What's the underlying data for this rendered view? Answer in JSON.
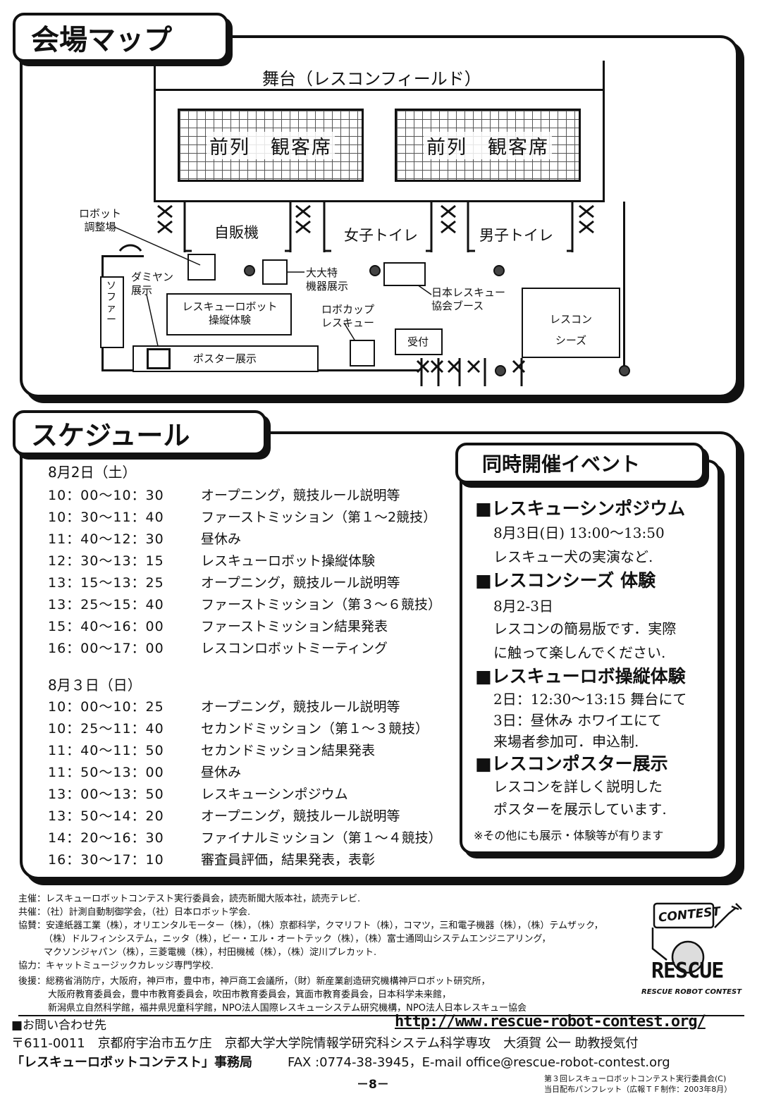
{
  "map": {
    "title": "会場マップ",
    "stage": "舞台（レスコンフィールド）",
    "seat_left": "前列　観客席",
    "seat_right": "前列　観客席",
    "vending": "自販機",
    "women_toilet": "女子トイレ",
    "men_toilet": "男子トイレ",
    "robot_adjust": "ロボット\n調整場",
    "daimayan": "ダミヤン\n展示",
    "sofa": "ソファー",
    "rescue_robot_operation": "レスキューロボット\n操縦体験",
    "poster": "ポスター展示",
    "large_equipment": "大大特\n機器展示",
    "robocup": "ロボカップ\nレスキュー",
    "jrs_booth": "日本レスキュー\n協会ブース",
    "reception": "受付",
    "rescon_seeds": "レスコン\nシーズ"
  },
  "schedule": {
    "title": "スケジュール",
    "day1": {
      "date": "8月2日（土）",
      "rows": [
        {
          "time": "10：00～10：30",
          "desc": "オープニング，競技ルール説明等"
        },
        {
          "time": "10：30～11：40",
          "desc": "ファーストミッション（第１～2競技）"
        },
        {
          "time": "11：40～12：30",
          "desc": "昼休み"
        },
        {
          "time": "12：30～13：15",
          "desc": "レスキューロボット操縦体験"
        },
        {
          "time": "13：15～13：25",
          "desc": "オープニング，競技ルール説明等"
        },
        {
          "time": "13：25～15：40",
          "desc": "ファーストミッション（第３～６競技）"
        },
        {
          "time": "15：40～16：00",
          "desc": "ファーストミッション結果発表"
        },
        {
          "time": "16：00～17：00",
          "desc": "レスコンロボットミーティング"
        }
      ]
    },
    "day2": {
      "date": "8月３日（日）",
      "rows": [
        {
          "time": "10：00～10：25",
          "desc": "オープニング，競技ルール説明等"
        },
        {
          "time": "10：25～11：40",
          "desc": "セカンドミッション（第１～３競技）"
        },
        {
          "time": "11：40～11：50",
          "desc": "セカンドミッション結果発表"
        },
        {
          "time": "11：50～13：00",
          "desc": "昼休み"
        },
        {
          "time": "13：00～13：50",
          "desc": "レスキューシンポジウム"
        },
        {
          "time": "13：50～14：20",
          "desc": "オープニング，競技ルール説明等"
        },
        {
          "time": "14：20～16：30",
          "desc": "ファイナルミッション（第１～４競技）"
        },
        {
          "time": "16：30～17：10",
          "desc": "審査員評価，結果発表，表彰"
        }
      ]
    }
  },
  "events": {
    "title": "同時開催イベント",
    "e1_head": "■レスキューシンポジウム",
    "e1_l1": "8月3日(日) 13:00～13:50",
    "e1_l2": "レスキュー犬の実演など.",
    "e2_head": "■レスコンシーズ 体験",
    "e2_l1": "8月2-3日",
    "e2_l2": "レスコンの簡易版です．実際",
    "e2_l3": "に触って楽しんでください.",
    "e3_head": "■レスキューロボ操縦体験",
    "e3_l1": "2日：12:30～13:15 舞台にて",
    "e3_l2": "3日：昼休み ホワイエにて",
    "e3_l3": "来場者参加可．申込制.",
    "e4_head": "■レスコンポスター展示",
    "e4_l1": "レスコンを詳しく説明した",
    "e4_l2": "ポスターを展示しています.",
    "note": "※その他にも展示・体験等が有ります"
  },
  "footer": {
    "host": "主催：レスキューロボットコンテスト実行委員会，読売新聞大阪本社，読売テレビ.",
    "cohost": "共催：（社）計測自動制御学会，（社）日本ロボット学会.",
    "sponsor1": "協賛：安達紙器工業（株），オリエンタルモーター（株），（株）京都科学，クマリフト（株），コマツ，三和電子機器（株），（株）テムザック，",
    "sponsor2": "（株）ドルフィンシステム，ニッタ（株），ビー・エル・オートテック（株），（株）富士通岡山システムエンジニアリング，",
    "sponsor3": "マクソンジャパン（株），三菱電機（株），村田機械（株），（株）淀川プレカット.",
    "coop": "協力：キャットミュージックカレッジ専門学校.",
    "support1": "後援：総務省消防庁，大阪府，神戸市，豊中市，神戸商工会議所，（財）新産業創造研究機構神戸ロボット研究所，",
    "support2": "大阪府教育委員会，豊中市教育委員会，吹田市教育委員会，箕面市教育委員会，日本科学未来館，",
    "support3": "新潟県立自然科学館，福井県児童科学館，NPO法人国際レスキューシステム研究機構，NPO法人日本レスキュー協会",
    "contact": "■お問い合わせ先",
    "url": "http://www.rescue-robot-contest.org/",
    "address": "〒611-0011　京都府宇治市五ケ庄　京都大学大学院情報学研究科システム科学専攻　大須賀 公一 助教授気付",
    "office": "「レスキューロボットコンテスト」事務局",
    "fax_mail": "FAX :0774-38-3945，E-mail office@rescue-robot-contest.org",
    "page": "－8－",
    "credit1": "第３回レスキューロボットコンテスト実行委員会(C)",
    "credit2": "当日配布パンフレット（広報ＴＦ制作：2003年8月）",
    "logo_contest": "CONTEST",
    "logo_rescue": "RESCUE",
    "logo_sub": "RESCUE ROBOT CONTEST"
  }
}
